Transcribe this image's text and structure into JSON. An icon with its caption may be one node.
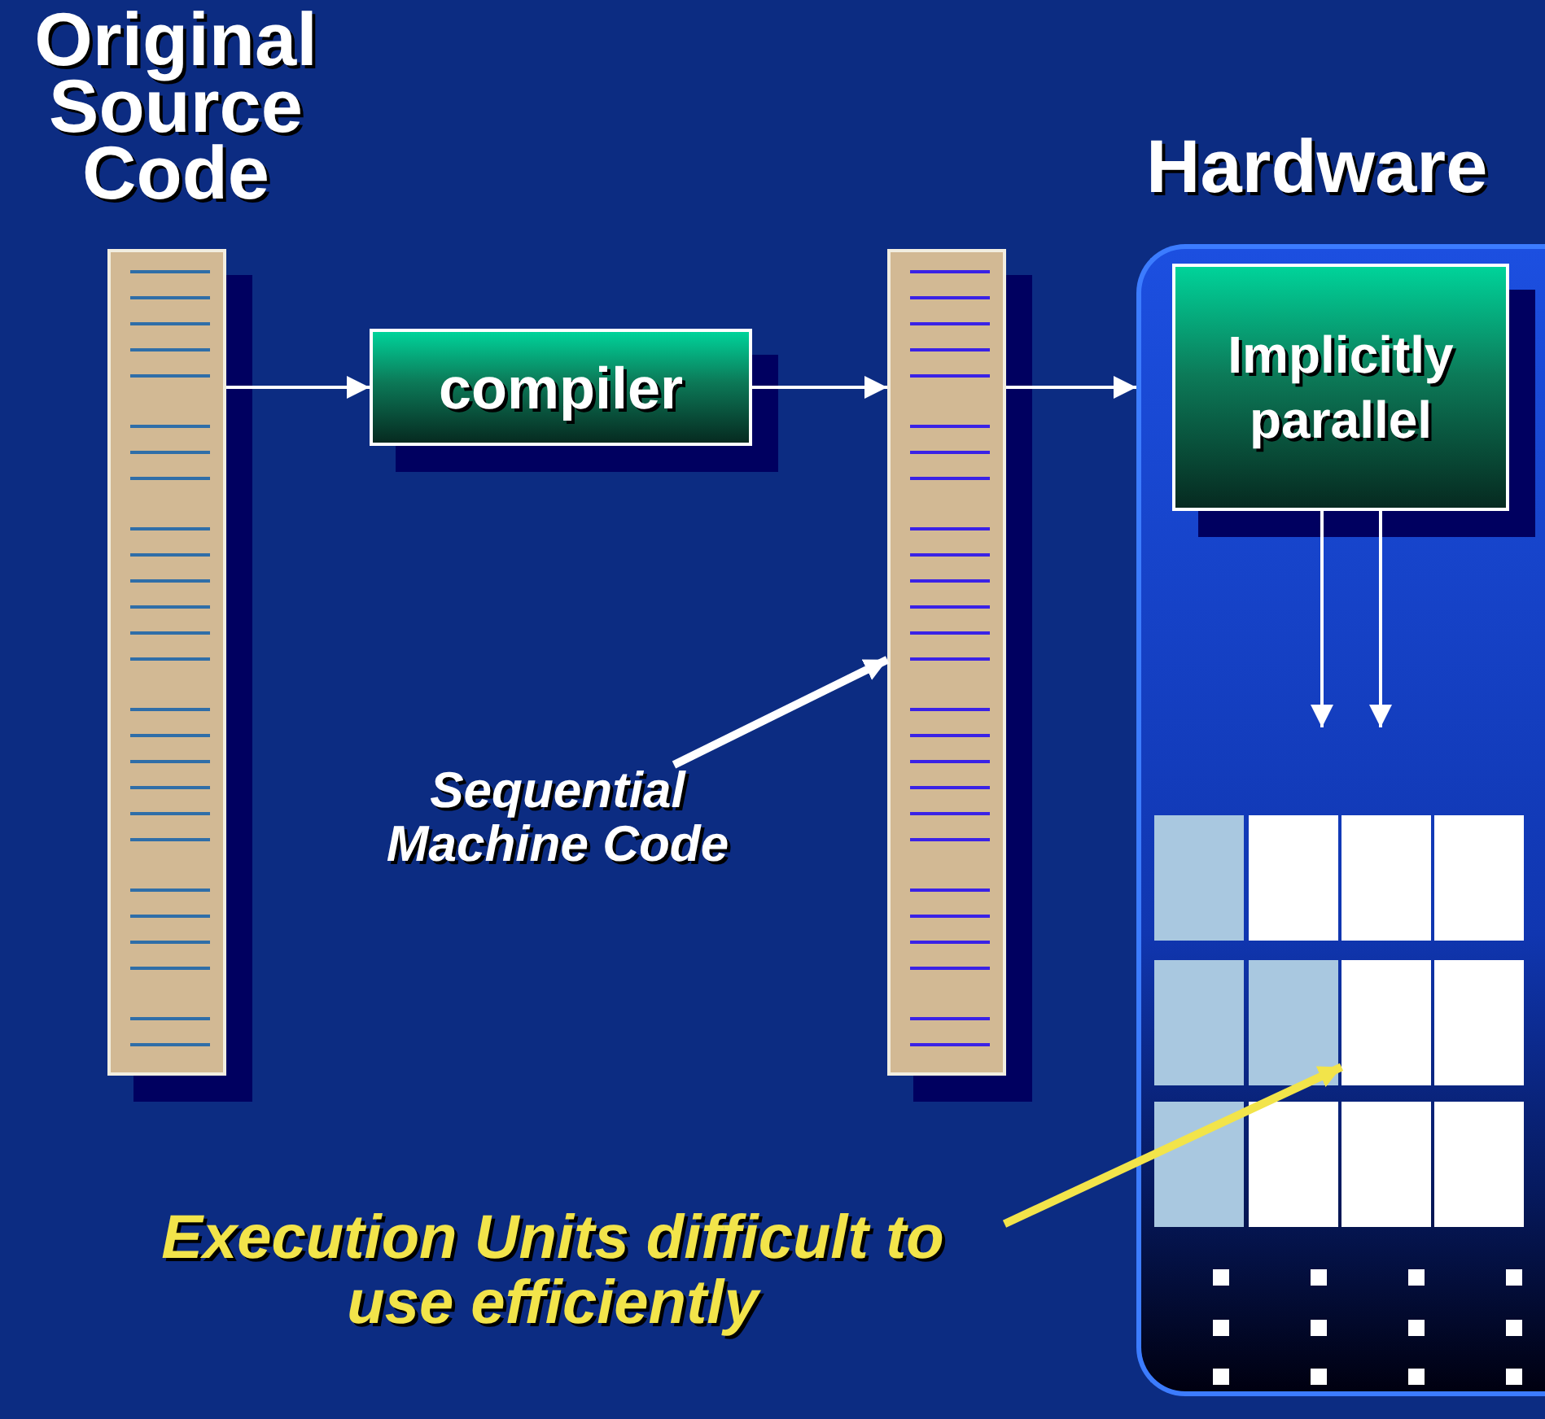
{
  "diagram": {
    "nodes": [
      {
        "text": [
          "Original Source Code"
        ]
      },
      {
        "text": [
          "compiler"
        ]
      },
      {
        "text": [],
        "shape": "box"
      },
      {
        "text": [
          "Sequential Machine Code"
        ]
      },
      {
        "text": [
          "Hardware"
        ]
      },
      {
        "text": [
          "Implicitly parallel"
        ],
        "in": 4
      },
      {
        "text": [],
        "shape": "box",
        "in": 4
      },
      {
        "text": [],
        "shape": "box",
        "in": 4
      },
      {
        "text": [],
        "shape": "box",
        "in": 4
      },
      {
        "text": [],
        "shape": "box",
        "in": 4
      },
      {
        "text": [],
        "shape": "box",
        "in": 4
      },
      {
        "text": [],
        "shape": "box",
        "in": 4
      },
      {
        "text": [],
        "shape": "box",
        "in": 4
      },
      {
        "text": [],
        "shape": "box",
        "in": 4
      },
      {
        "text": [],
        "shape": "box",
        "in": 4
      },
      {
        "text": [],
        "shape": "box",
        "in": 4
      },
      {
        "text": [],
        "shape": "box",
        "in": 4
      },
      {
        "text": [],
        "shape": "box",
        "in": 4
      },
      {
        "text": [
          "Execution Units difficult to use efficiently"
        ]
      }
    ],
    "edges": [
      {
        "from": 0,
        "to": 1,
        "arrow": "to"
      },
      {
        "from": 1,
        "to": 2,
        "arrow": "to"
      },
      {
        "from": 2,
        "to": 4,
        "arrow": "to"
      },
      {
        "from": 3,
        "to": 2,
        "arrow": "to",
        "style": "thick"
      },
      {
        "from": 5,
        "to": null,
        "arrow": "to"
      },
      {
        "from": 5,
        "to": null,
        "arrow": "to"
      },
      {
        "from": 18,
        "to": 12,
        "arrow": "to",
        "style": "thick",
        "color": "#f2e44a"
      }
    ]
  }
}
